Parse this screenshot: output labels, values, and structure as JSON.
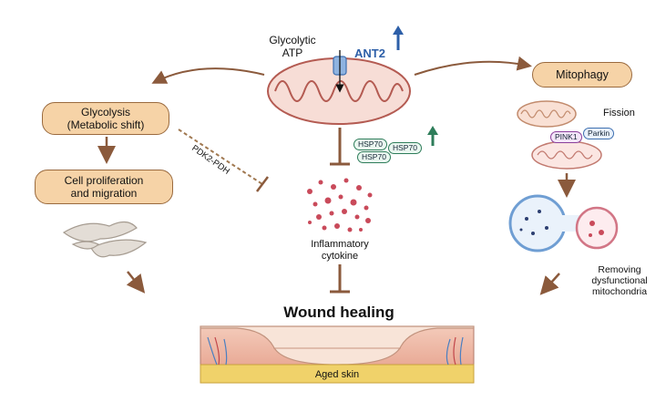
{
  "center": {
    "atp_label": "Glycolytic\nATP",
    "ant2_label": "ANT2",
    "hsp_labels": [
      "HSP70",
      "HSP70",
      "HSP70"
    ],
    "cytokine_label": "Inflammatory\ncytokine"
  },
  "left": {
    "glycolysis_label": "Glycolysis\n(Metabolic shift)",
    "pdk_label": "PDK2-PDH",
    "proliferation_label": "Cell proliferation\nand migration"
  },
  "right": {
    "mitophagy_label": "Mitophagy",
    "fission_label": "Fission",
    "pink1_label": "PINK1",
    "parkin_label": "Parkin",
    "removing_label": "Removing\ndysfunctional\nmitochondria"
  },
  "bottom": {
    "wound_label": "Wound healing",
    "skin_label": "Aged skin"
  },
  "colors": {
    "arrow_brown": "#8b5a3c",
    "pill_fill": "#f6d3a7",
    "ant2_blue": "#2d5fa8",
    "up_green": "#2e7d5a"
  }
}
